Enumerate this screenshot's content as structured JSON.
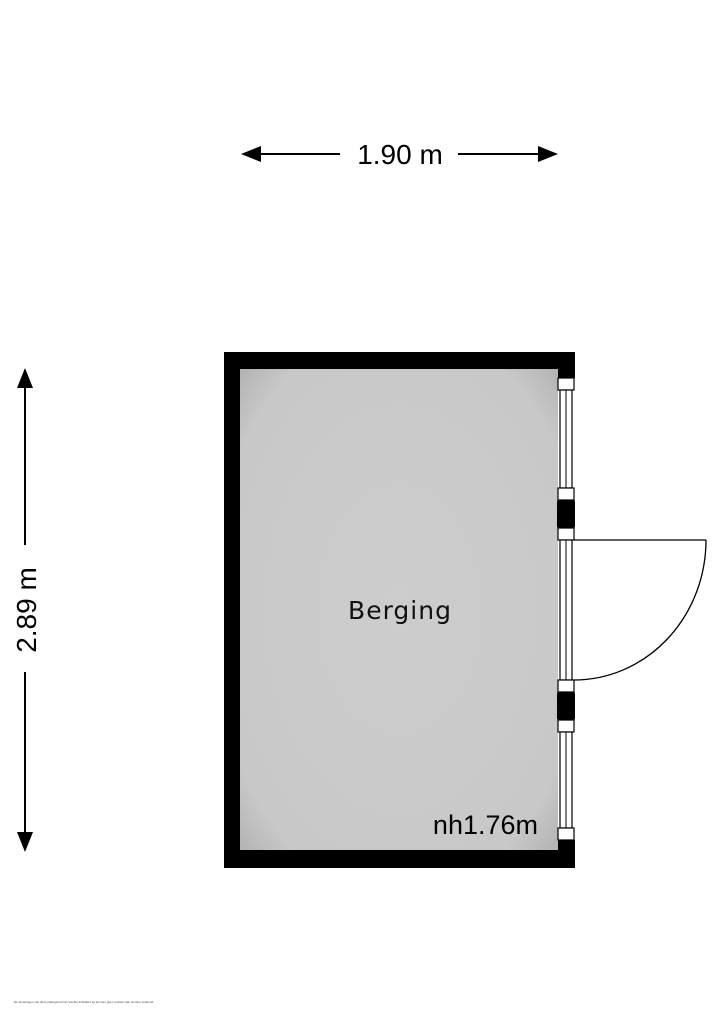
{
  "dimensions": {
    "width_label": "1.90 m",
    "height_label": "2.89 m"
  },
  "room": {
    "name": "Berging",
    "ceiling_height": "nh1.76m"
  },
  "footer": {
    "disclaimer": "De afmetingen van deze plattegrond zijn slechts indicatief. Er kunnen geen rechten aan worden ontleend."
  },
  "colors": {
    "wall": "#000000",
    "floor": "#cbcbcb",
    "background": "#ffffff"
  }
}
